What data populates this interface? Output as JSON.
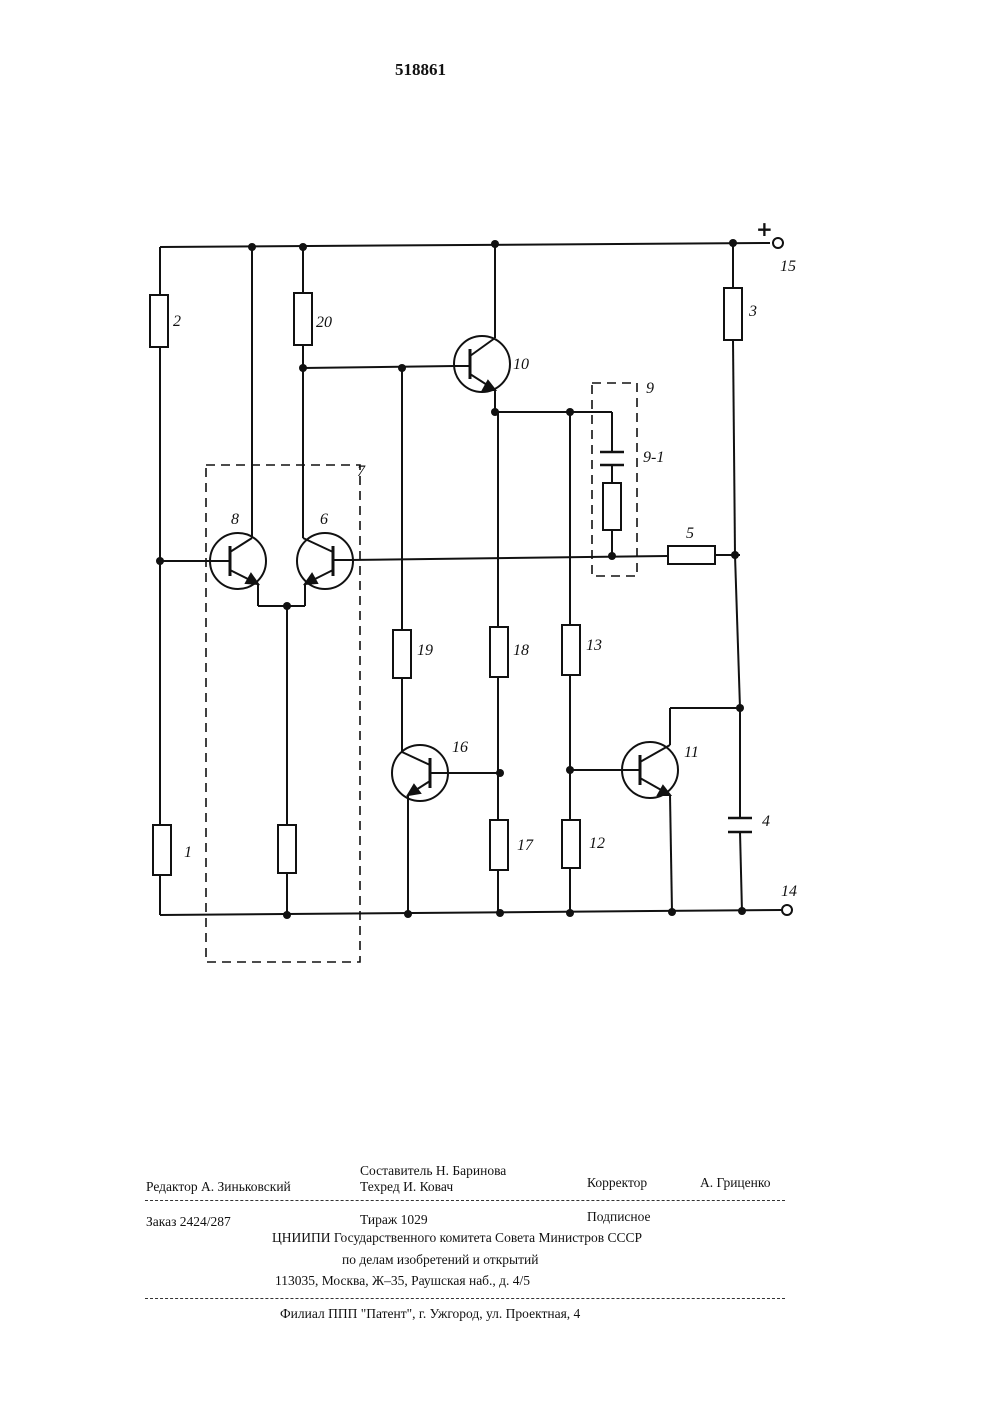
{
  "document": {
    "patent_number": "518861"
  },
  "schematic": {
    "plus_sign": "+",
    "labels": {
      "r1": "1",
      "r2": "2",
      "r3": "3",
      "c4": "4",
      "r5": "5",
      "t6": "6",
      "block7": "7",
      "t8": "8",
      "block9": "9",
      "sub9_1": "9-1",
      "t10": "10",
      "t11": "11",
      "r12": "12",
      "r13": "13",
      "term14": "14",
      "term15": "15",
      "t16": "16",
      "r17": "17",
      "r18": "18",
      "r19": "19",
      "r20": "20"
    }
  },
  "imprint": {
    "editor": "Редактор А. Зиньковский",
    "compiler": "Составитель Н. Баринова",
    "techred": "Техред  И. Ковач",
    "corrector_title": "Корректор",
    "corrector_name": "А. Гриценко",
    "order": "Заказ 2424/287",
    "circulation": "Тираж  1029",
    "subscription": "Подписное",
    "institute_line1": "ЦНИИПИ Государственного комитета Совета Министров СССР",
    "institute_line2": "по делам изобретений и открытий",
    "address": "113035, Москва, Ж–35, Раушская наб., д. 4/5",
    "branch": "Филиал ППП \"Патент\", г. Ужгород, ул. Проектная, 4"
  }
}
